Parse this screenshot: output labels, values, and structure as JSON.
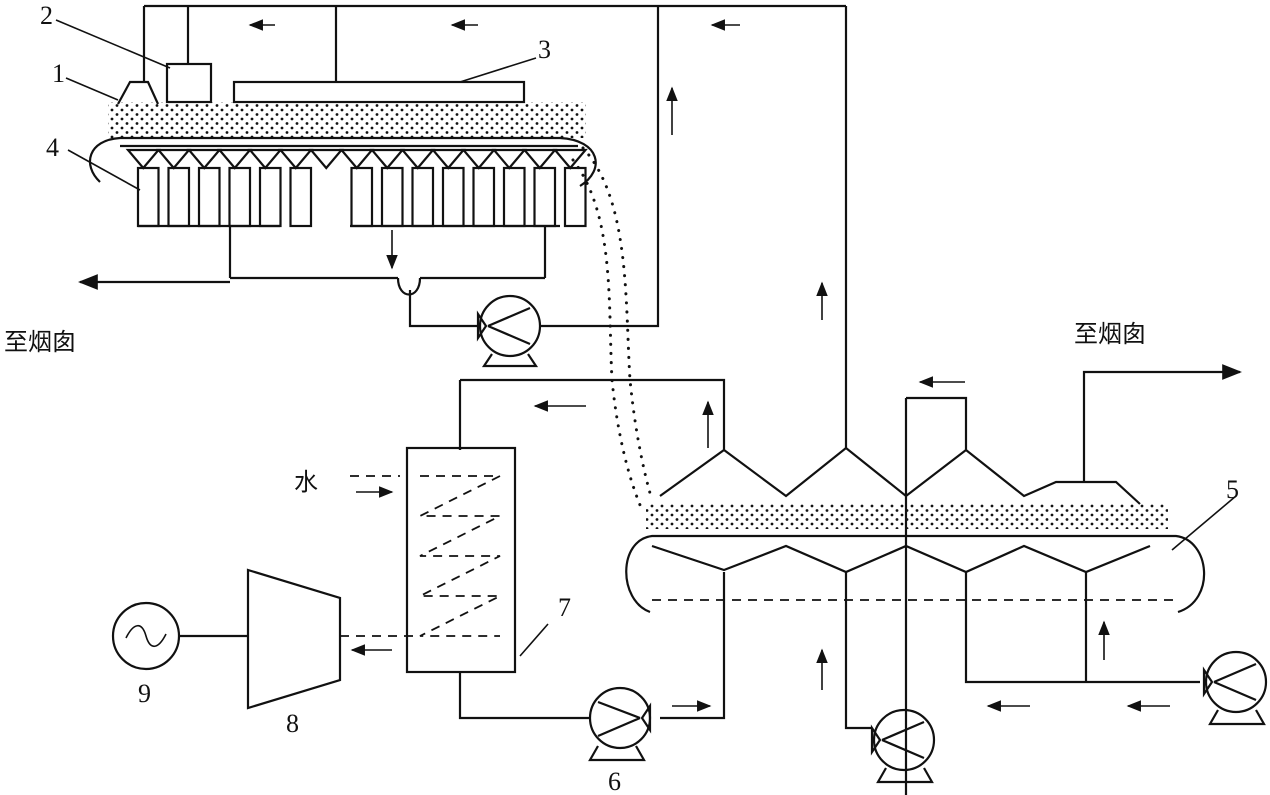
{
  "labels": {
    "n1": "1",
    "n2": "2",
    "n3": "3",
    "n4": "4",
    "n5": "5",
    "n6": "6",
    "n7": "7",
    "n8": "8",
    "n9": "9",
    "chimney_left": "至烟囱",
    "chimney_right": "至烟囱",
    "water": "水"
  }
}
